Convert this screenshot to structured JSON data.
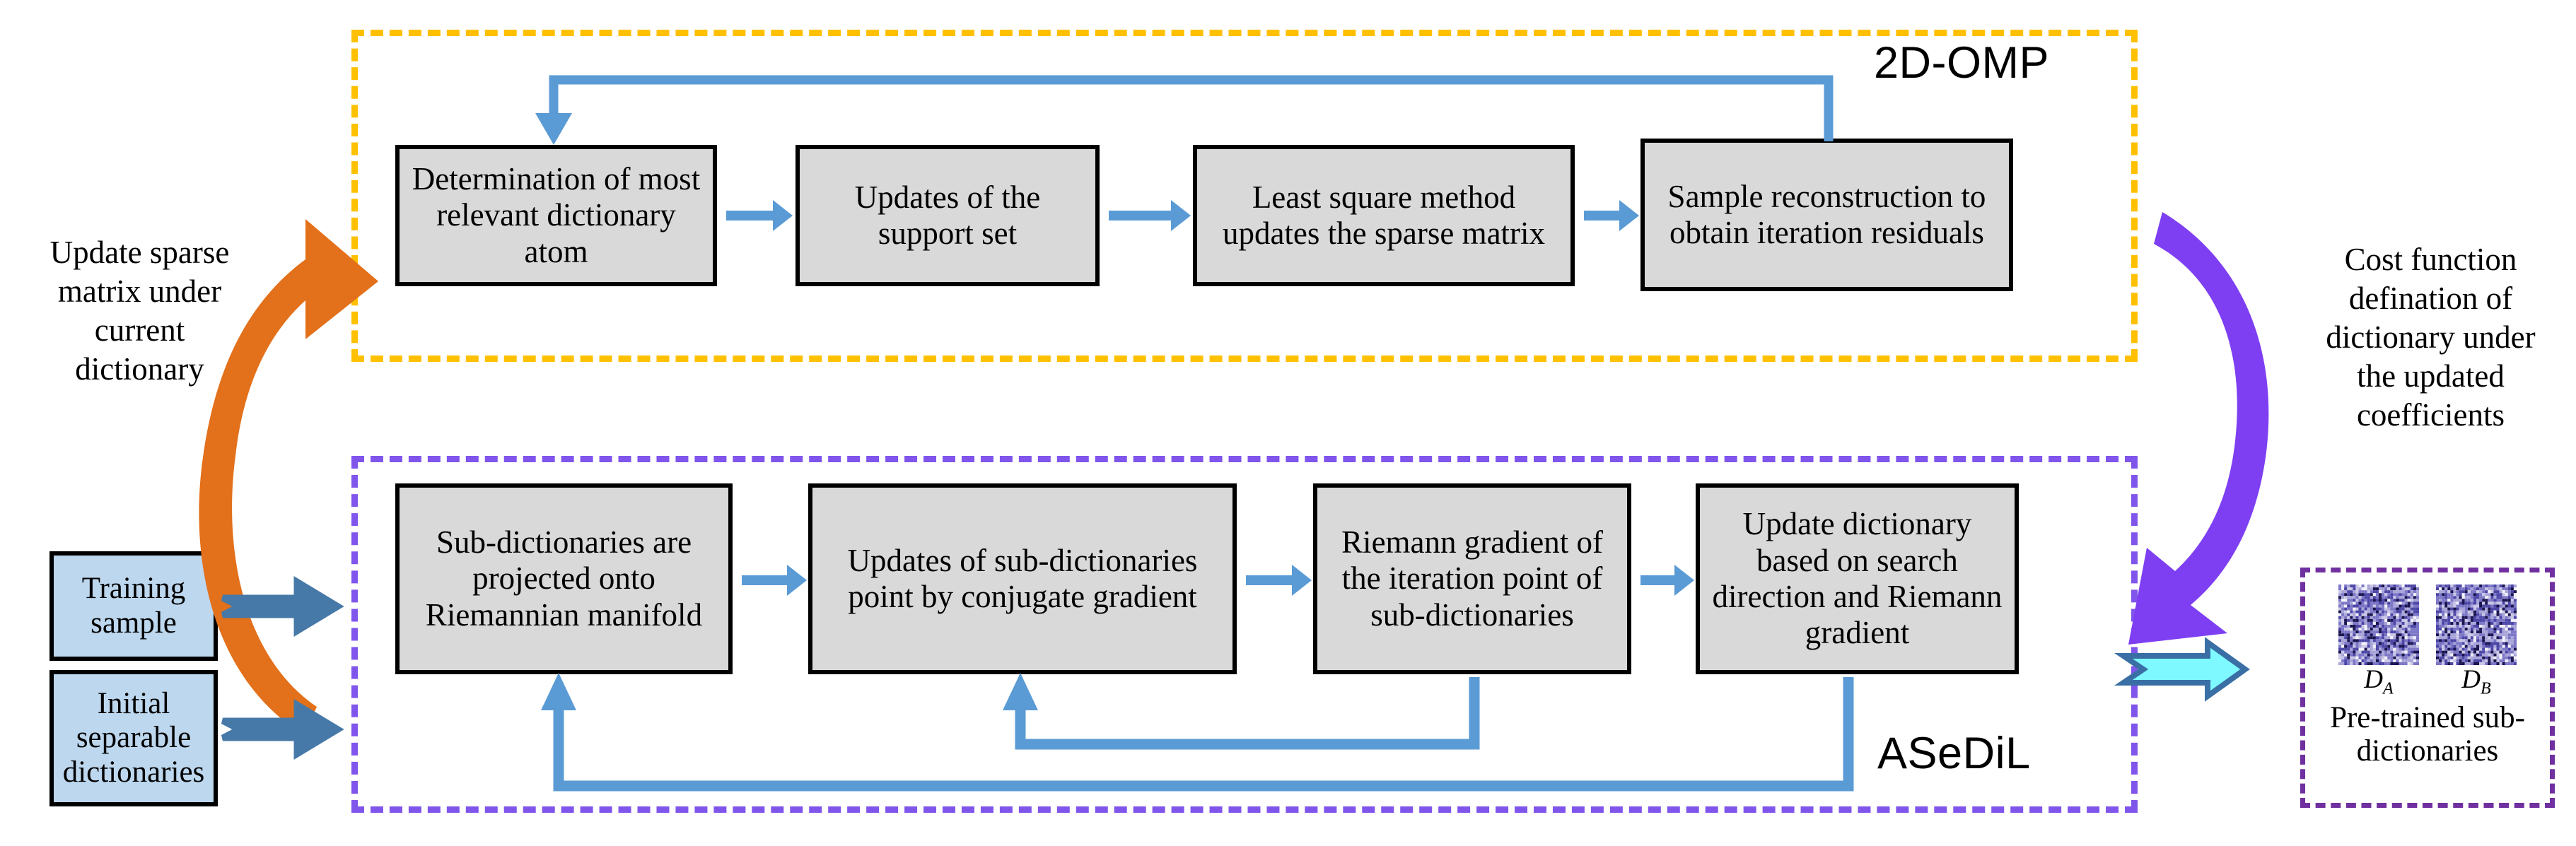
{
  "panels": {
    "omp": {
      "title": "2D-OMP",
      "border_color": "#FFC000"
    },
    "asedil": {
      "title": "ASeDiL",
      "border_color": "#8055EC"
    }
  },
  "omp_steps": [
    {
      "id": "b1",
      "text": "Determination of most relevant dictionary atom"
    },
    {
      "id": "b2",
      "text": "Updates of the support set"
    },
    {
      "id": "b3",
      "text": "Least square method updates the sparse matrix"
    },
    {
      "id": "b4",
      "text": "Sample reconstruction to obtain iteration residuals"
    }
  ],
  "asedil_steps": [
    {
      "id": "c1",
      "text": "Sub-dictionaries are projected onto Riemannian manifold"
    },
    {
      "id": "c2",
      "text": "Updates of sub-dictionaries point by conjugate gradient"
    },
    {
      "id": "c3",
      "text": "Riemann gradient of the iteration point of sub-dictionaries"
    },
    {
      "id": "c4",
      "text": "Update dictionary based on search direction and Riemann gradient"
    }
  ],
  "inputs": [
    {
      "id": "in1",
      "text": "Training sample"
    },
    {
      "id": "in2",
      "text": "Initial separable dictionaries"
    }
  ],
  "side_labels": {
    "left": "Update sparse matrix under current dictionary",
    "right": "Cost function defination of dictionary under the updated coefficients"
  },
  "pretrained": {
    "caption": "Pre-trained sub-dictionaries",
    "dictionaries": [
      {
        "label": "D",
        "subscript": "A"
      },
      {
        "label": "D",
        "subscript": "B"
      }
    ],
    "border_color": "#7030A0"
  },
  "colors": {
    "arrow_blue": "#5B9BD5",
    "block_arrow_blue": "#4679A8",
    "curve_orange": "#E3701A",
    "curve_purple": "#7E3FF2",
    "cyan_arrow_fill": "#7DF9FF",
    "cyan_arrow_stroke": "#3A6FA5",
    "box_fill": "#D9D9D9",
    "input_fill": "#BDD7EE"
  }
}
